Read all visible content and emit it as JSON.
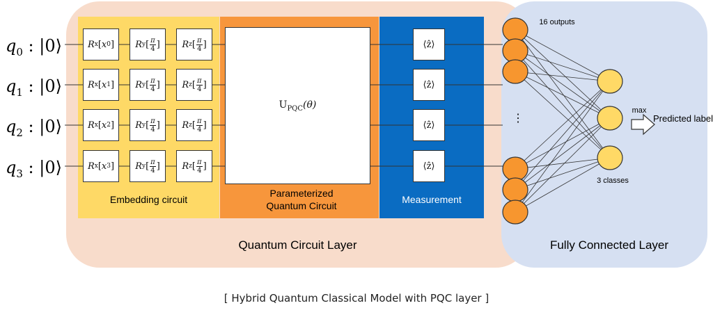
{
  "qubits": [
    {
      "name": "q",
      "index": "0",
      "state": "|0⟩"
    },
    {
      "name": "q",
      "index": "1",
      "state": "|0⟩"
    },
    {
      "name": "q",
      "index": "2",
      "state": "|0⟩"
    },
    {
      "name": "q",
      "index": "3",
      "state": "|0⟩"
    }
  ],
  "gates": {
    "rx": {
      "sym": "R",
      "sub": "x",
      "args": [
        "x",
        "x",
        "x",
        "x"
      ],
      "arg_index": [
        "0",
        "1",
        "2",
        "3"
      ]
    },
    "ry": {
      "sym": "R",
      "sub": "y",
      "num": "π",
      "den": "4"
    },
    "rz": {
      "sym": "R",
      "sub": "z",
      "num": "π",
      "den": "4"
    },
    "measure": "⟨ẑ⟩",
    "unitary": {
      "sym": "U",
      "sub": "PQC",
      "arg": "(θ)"
    }
  },
  "labels": {
    "embedding": "Embedding circuit",
    "pqc": "Parameterized Quantum Circuit",
    "measurement": "Measurement",
    "quantum_layer": "Quantum Circuit Layer",
    "fc_layer": "Fully Connected Layer",
    "outputs": "16 outputs",
    "classes": "3 classes",
    "max": "max",
    "predicted": "Predicted label",
    "ellipsis": "⋮"
  },
  "caption": "[ Hybrid Quantum Classical Model with PQC layer ]",
  "colors": {
    "quantum_layer_bg": "#f8dccb",
    "fc_layer_bg": "#d6e0f2",
    "embedding_bg": "#fed966",
    "pqc_bg": "#f7963c",
    "measurement_bg": "#0a6cc2",
    "output_node": "#f7962f",
    "class_node": "#ffd966"
  }
}
